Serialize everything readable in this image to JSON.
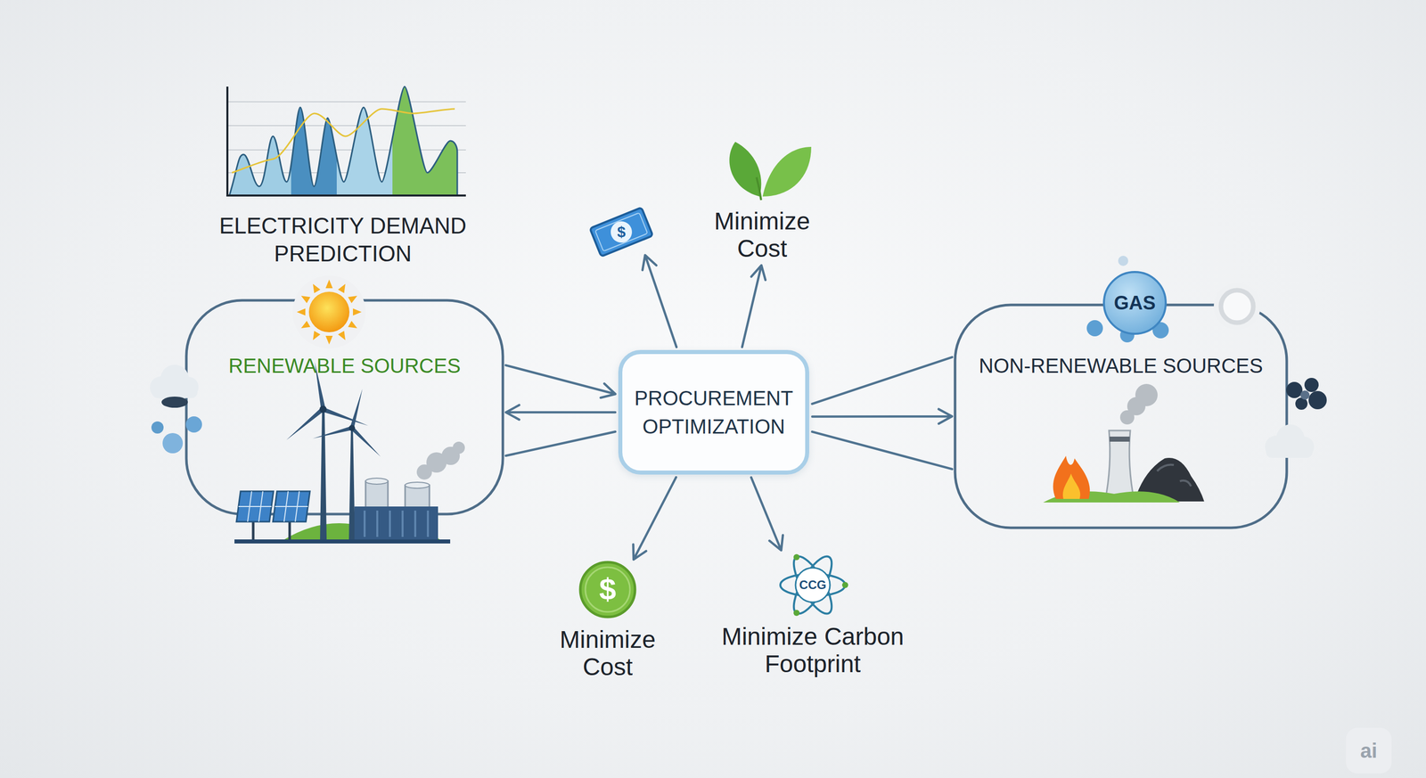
{
  "diagram": {
    "nodes": [
      {
        "text": [
          "RENEWABLE SOURCES"
        ]
      },
      {
        "text": [
          "PROCUREMENT OPTIMIZATION"
        ]
      },
      {
        "text": [
          "NON-RENEWABLE SOURCES"
        ]
      },
      {
        "text": [
          "GAS"
        ]
      },
      {
        "text": [
          "$"
        ]
      },
      {
        "text": [
          "Minimize Cost"
        ]
      },
      {
        "text": [
          "$",
          "Minimize Cost"
        ]
      },
      {
        "text": [
          "CCG",
          "Minimize Carbon Footprint"
        ]
      }
    ],
    "edges": [
      {
        "from": 0,
        "to": 1,
        "arrow": "to"
      },
      {
        "from": 0,
        "to": 1,
        "arrow": "none"
      },
      {
        "from": 1,
        "to": 0,
        "arrow": "to"
      },
      {
        "from": 1,
        "to": 2,
        "arrow": "none"
      },
      {
        "from": 1,
        "to": 2,
        "arrow": "to"
      },
      {
        "from": 1,
        "to": 2,
        "arrow": "none"
      },
      {
        "from": 1,
        "to": 4,
        "arrow": "to"
      },
      {
        "from": 1,
        "to": 5,
        "arrow": "to"
      },
      {
        "from": 1,
        "to": 6,
        "arrow": "to"
      },
      {
        "from": 1,
        "to": 7,
        "arrow": "to"
      }
    ],
    "labels": [
      "ELECTRICITY DEMAND PREDICTION",
      "ai"
    ]
  }
}
